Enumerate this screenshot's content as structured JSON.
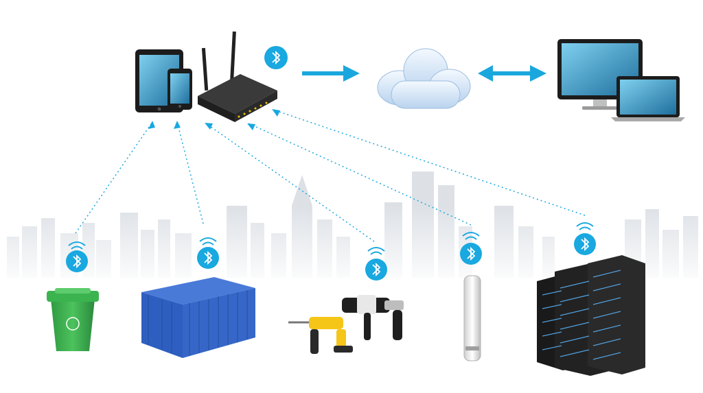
{
  "title": "",
  "colors": {
    "background": "#ffffff",
    "accent_blue": "#19a8e0",
    "arrow_blue": "#1aa7dd",
    "skyline": "#d9dde2",
    "router_body": "#2b2b2b",
    "bin_green": "#35a84a",
    "container_blue": "#2e5fc0",
    "drill_yellow": "#f5c518",
    "cloud": "#c9dff4"
  },
  "nodes": {
    "hub": [
      "tablet-and-phone",
      "gateway-router"
    ],
    "upstream": [
      "cloud"
    ],
    "clients": [
      "desktop-monitor",
      "laptop"
    ],
    "sensors": [
      "trash-bin",
      "shipping-container",
      "power-tools",
      "air-purifier-tower",
      "server-rack"
    ]
  },
  "icons": {
    "wireless": "bluetooth-icon",
    "signal": "wifi-signal-icon"
  }
}
